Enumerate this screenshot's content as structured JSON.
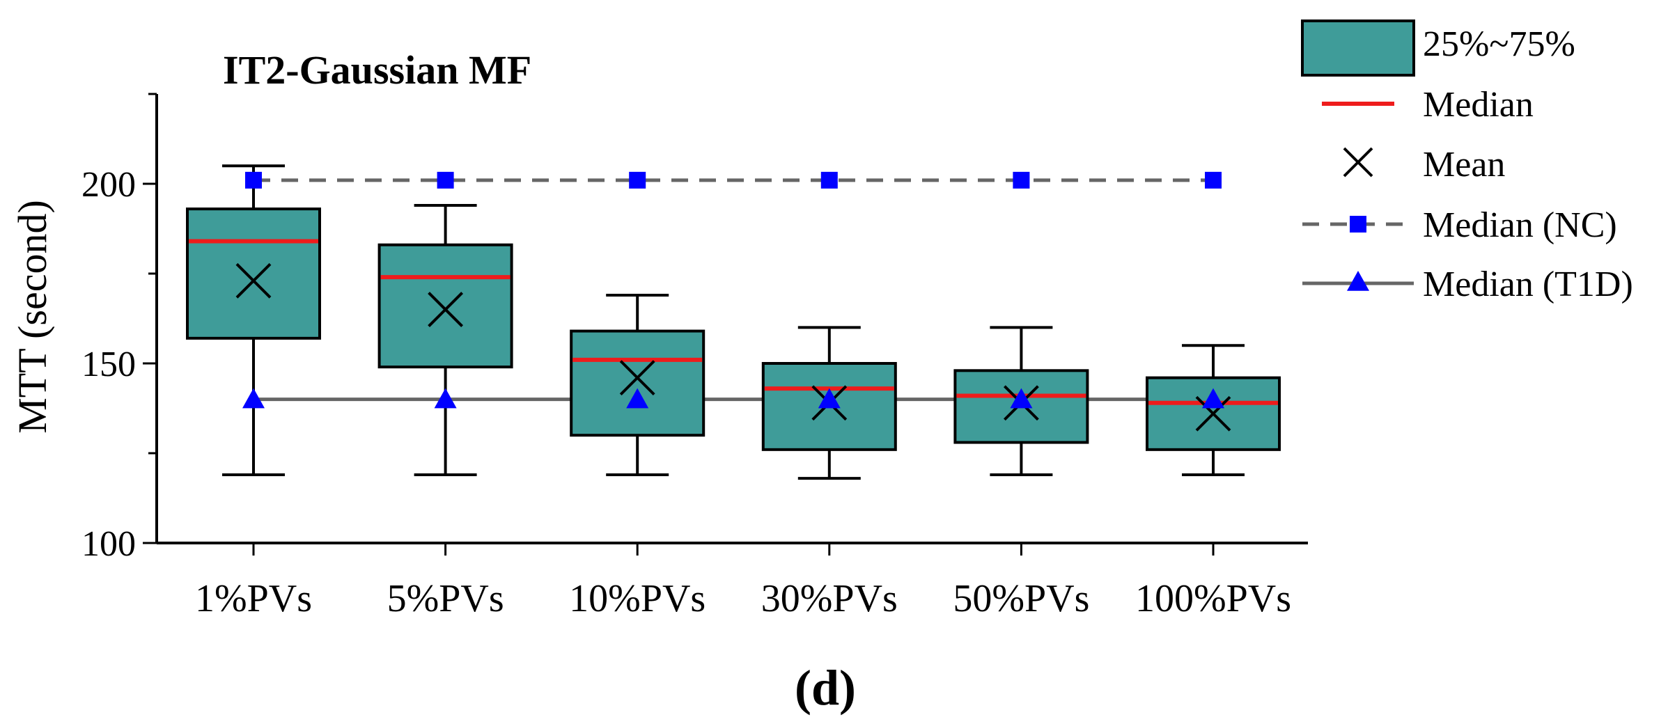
{
  "chart_data": {
    "type": "box",
    "title": "IT2-Gaussian MF",
    "xlabel": "",
    "ylabel": "MTT (second)",
    "ylim": [
      100,
      225
    ],
    "yticks": [
      100,
      150,
      200
    ],
    "grid": false,
    "legend_position": "top-right, outside plot",
    "categories": [
      "1%PVs",
      "5%PVs",
      "10%PVs",
      "30%PVs",
      "50%PVs",
      "100%PVs"
    ],
    "boxes": [
      {
        "category": "1%PVs",
        "whisker_low": 119,
        "q1": 157,
        "median": 184,
        "q3": 193,
        "whisker_high": 205,
        "mean": 173
      },
      {
        "category": "5%PVs",
        "whisker_low": 119,
        "q1": 149,
        "median": 174,
        "q3": 183,
        "whisker_high": 194,
        "mean": 165
      },
      {
        "category": "10%PVs",
        "whisker_low": 119,
        "q1": 130,
        "median": 151,
        "q3": 159,
        "whisker_high": 169,
        "mean": 146
      },
      {
        "category": "30%PVs",
        "whisker_low": 118,
        "q1": 126,
        "median": 143,
        "q3": 150,
        "whisker_high": 160,
        "mean": 139
      },
      {
        "category": "50%PVs",
        "whisker_low": 119,
        "q1": 128,
        "median": 141,
        "q3": 148,
        "whisker_high": 160,
        "mean": 139
      },
      {
        "category": "100%PVs",
        "whisker_low": 119,
        "q1": 126,
        "median": 139,
        "q3": 146,
        "whisker_high": 155,
        "mean": 136
      }
    ],
    "reference_series": [
      {
        "name": "Median (NC)",
        "values": [
          201,
          201,
          201,
          201,
          201,
          201
        ],
        "line_style": "dashed",
        "line_color": "#666666",
        "marker": "square",
        "marker_color": "#0000ff"
      },
      {
        "name": "Median (T1D)",
        "values": [
          140,
          140,
          140,
          140,
          140,
          140
        ],
        "line_style": "solid",
        "line_color": "#666666",
        "marker": "triangle",
        "marker_color": "#0000ff"
      }
    ],
    "legend": [
      {
        "label": "25%~75%",
        "symbol": "box"
      },
      {
        "label": "Median",
        "symbol": "red-line"
      },
      {
        "label": "Mean",
        "symbol": "cross"
      },
      {
        "label": "Median (NC)",
        "symbol": "dashed-square"
      },
      {
        "label": "Median (T1D)",
        "symbol": "solid-triangle"
      }
    ],
    "colors": {
      "box_fill": "#3f9c99",
      "median_line": "#ee1c1c",
      "marker": "#0000ff",
      "reference_line": "#666666",
      "axis": "#000000"
    }
  },
  "panel_label": "(d)"
}
